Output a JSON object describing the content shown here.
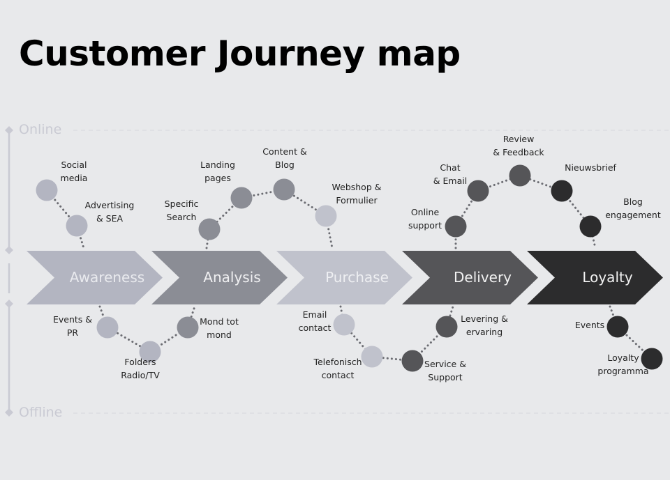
{
  "title": "Customer Journey map",
  "axis": {
    "top_label": "Online",
    "bottom_label": "Offline"
  },
  "stages": [
    {
      "label": "Awareness",
      "color": "#b3b5c1",
      "text_color": "#e9eaee"
    },
    {
      "label": "Analysis",
      "color": "#8b8d95",
      "text_color": "#f0f0f2"
    },
    {
      "label": "Purchase",
      "color": "#c0c2cc",
      "text_color": "#eeeff2"
    },
    {
      "label": "Delivery",
      "color": "#555558",
      "text_color": "#f2f2f2"
    },
    {
      "label": "Loyalty",
      "color": "#2c2c2d",
      "text_color": "#f2f2f2"
    }
  ],
  "touchpoints": {
    "online": [
      {
        "label": "Social media",
        "lines": [
          "Social",
          "media"
        ],
        "color": "#b3b5c1"
      },
      {
        "label": "Advertising & SEA",
        "lines": [
          "Advertising",
          "& SEA"
        ],
        "color": "#b3b5c1"
      },
      {
        "label": "Specific Search",
        "lines": [
          "Specific",
          "Search"
        ],
        "color": "#8b8d95"
      },
      {
        "label": "Landing pages",
        "lines": [
          "Landing",
          "pages"
        ],
        "color": "#8b8d95"
      },
      {
        "label": "Content & Blog",
        "lines": [
          "Content &",
          "Blog"
        ],
        "color": "#8b8d95"
      },
      {
        "label": "Webshop & Formulier",
        "lines": [
          "Webshop &",
          "Formulier"
        ],
        "color": "#c0c2cc"
      },
      {
        "label": "Online support",
        "lines": [
          "Online",
          "support"
        ],
        "color": "#555558"
      },
      {
        "label": "Chat & Email",
        "lines": [
          "Chat",
          "& Email"
        ],
        "color": "#555558"
      },
      {
        "label": "Review & Feedback",
        "lines": [
          "Review",
          "& Feedback"
        ],
        "color": "#555558"
      },
      {
        "label": "Nieuwsbrief",
        "lines": [
          "Nieuwsbrief"
        ],
        "color": "#2c2c2d"
      },
      {
        "label": "Blog engagement",
        "lines": [
          "Blog",
          "engagement"
        ],
        "color": "#2c2c2d"
      }
    ],
    "offline": [
      {
        "label": "Events & PR",
        "lines": [
          "Events &",
          "PR"
        ],
        "color": "#b3b5c1"
      },
      {
        "label": "Folders Radio/TV",
        "lines": [
          "Folders",
          "Radio/TV"
        ],
        "color": "#b3b5c1"
      },
      {
        "label": "Mond tot mond",
        "lines": [
          "Mond tot",
          "mond"
        ],
        "color": "#8b8d95"
      },
      {
        "label": "Email contact",
        "lines": [
          "Email",
          "contact"
        ],
        "color": "#c0c2cc"
      },
      {
        "label": "Telefonisch contact",
        "lines": [
          "Telefonisch",
          "contact"
        ],
        "color": "#c0c2cc"
      },
      {
        "label": "Service & Support",
        "lines": [
          "Service &",
          "Support"
        ],
        "color": "#555558"
      },
      {
        "label": "Levering & ervaring",
        "lines": [
          "Levering &",
          "ervaring"
        ],
        "color": "#555558"
      },
      {
        "label": "Events",
        "lines": [
          "Events"
        ],
        "color": "#2c2c2d"
      },
      {
        "label": "Loyalty programma",
        "lines": [
          "Loyalty",
          "programma"
        ],
        "color": "#2c2c2d"
      }
    ]
  },
  "colors": {
    "background": "#e8e9eb",
    "axis": "#c9cad3",
    "connector": "#6b6c72"
  }
}
